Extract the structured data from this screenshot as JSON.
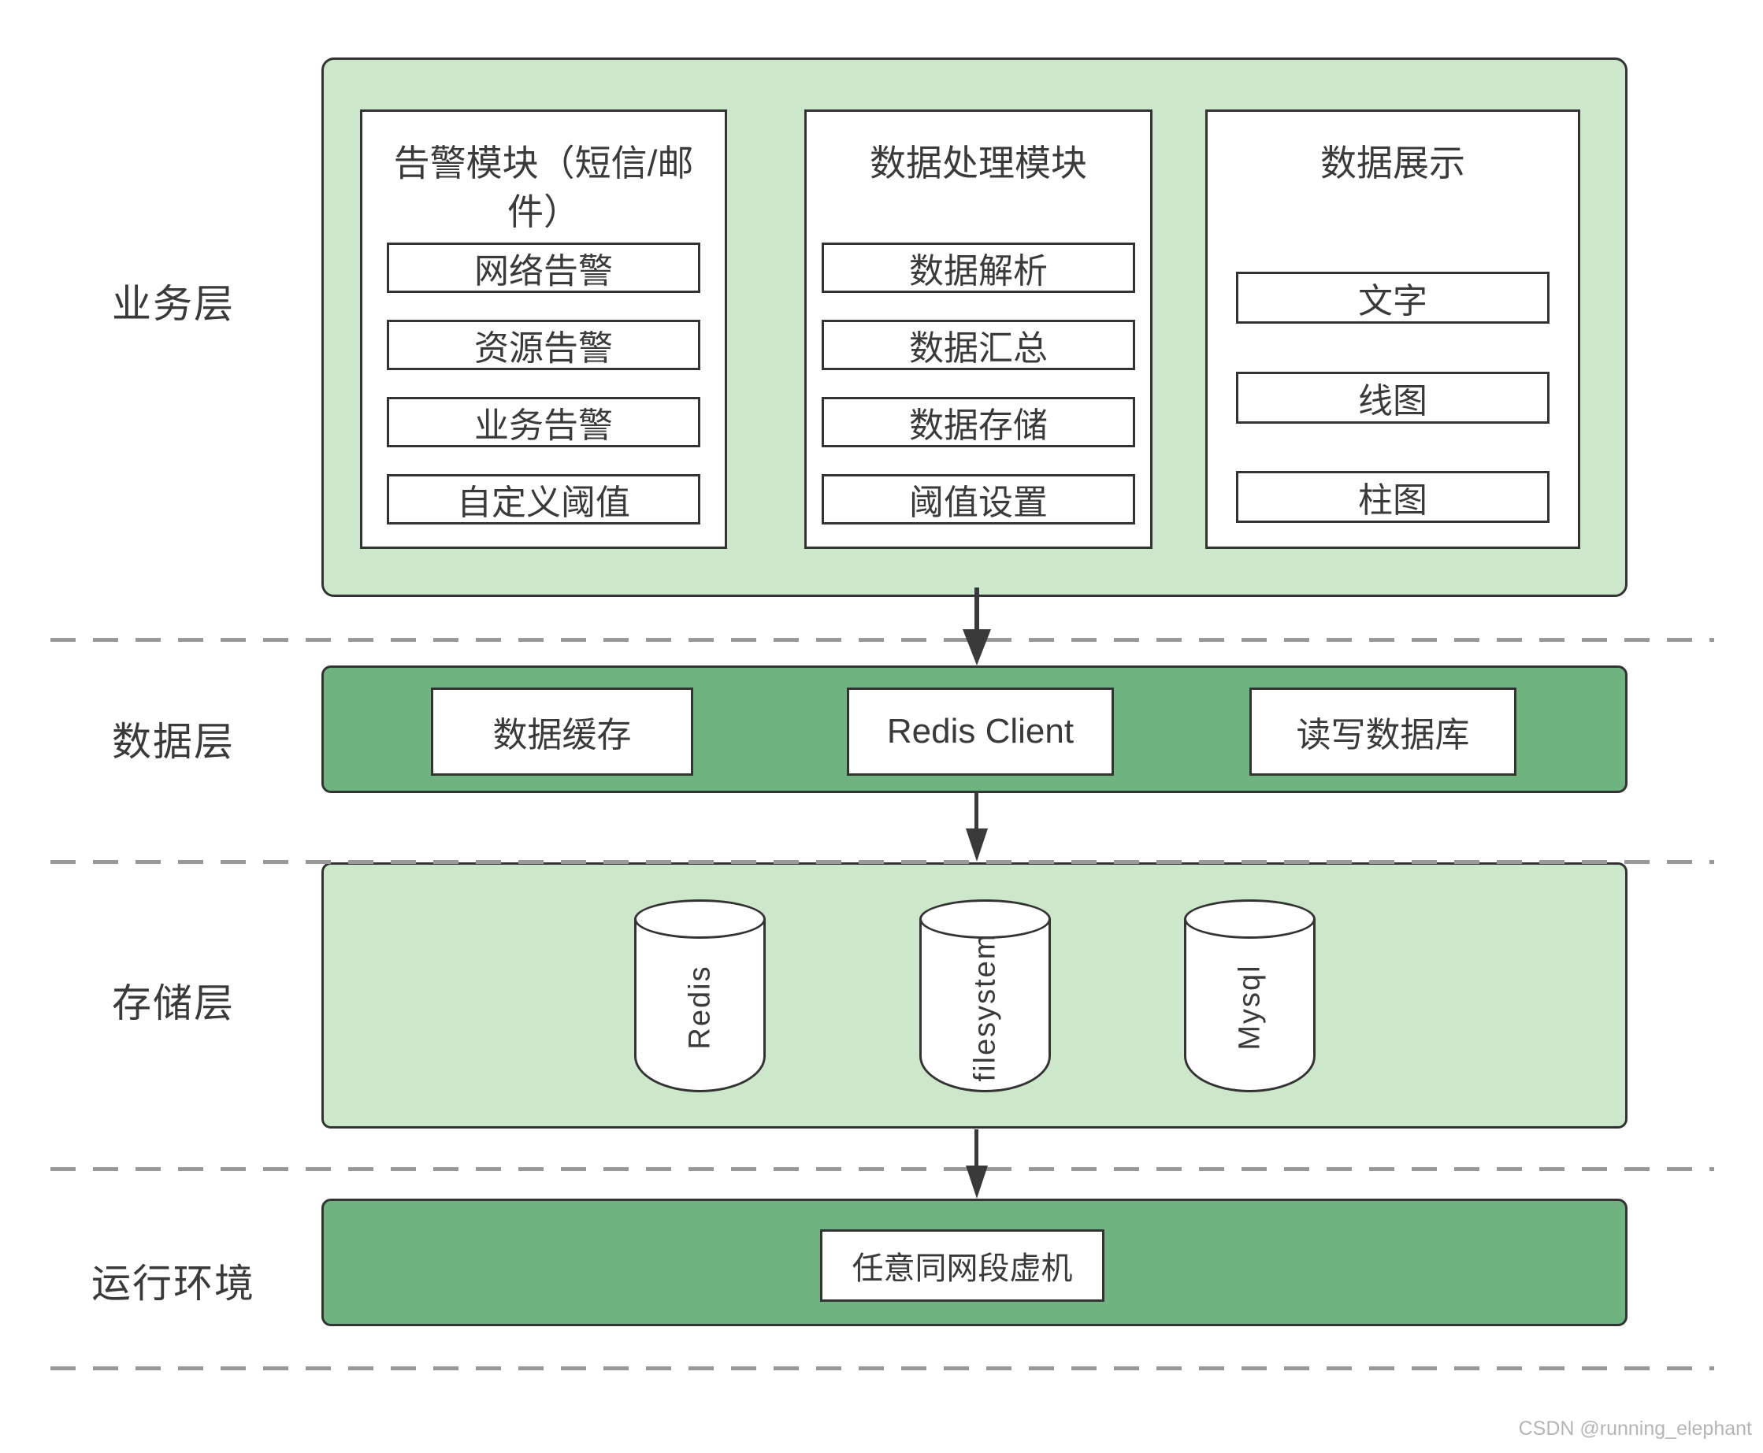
{
  "diagram": {
    "layer_labels": [
      {
        "label": "业务层"
      },
      {
        "label": "数据层"
      },
      {
        "label": "存储层"
      },
      {
        "label": "运行环境"
      }
    ],
    "business": {
      "modules": [
        {
          "title": "告警模块（短信/邮件）",
          "items": [
            "网络告警",
            "资源告警",
            "业务告警",
            "自定义阈值"
          ]
        },
        {
          "title": "数据处理模块",
          "items": [
            "数据解析",
            "数据汇总",
            "数据存储",
            "阈值设置"
          ]
        },
        {
          "title": "数据展示",
          "items": [
            "文字",
            "线图",
            "柱图"
          ]
        }
      ]
    },
    "data_layer": {
      "items": [
        "数据缓存",
        "Redis Client",
        "读写数据库"
      ]
    },
    "storage_layer": {
      "cylinders": [
        "Redis",
        "filesystem",
        "Mysql"
      ]
    },
    "runtime_layer": {
      "items": [
        "任意同网段虚机"
      ]
    }
  },
  "colors": {
    "container_light_green": "#cde7ca",
    "bar_green": "#6fb381",
    "border_dark": "#333333",
    "dashed_gray": "#999999",
    "text_dark": "#3a3a3a",
    "watermark_gray": "#b5b5b5"
  },
  "watermark": "CSDN @running_elephant"
}
